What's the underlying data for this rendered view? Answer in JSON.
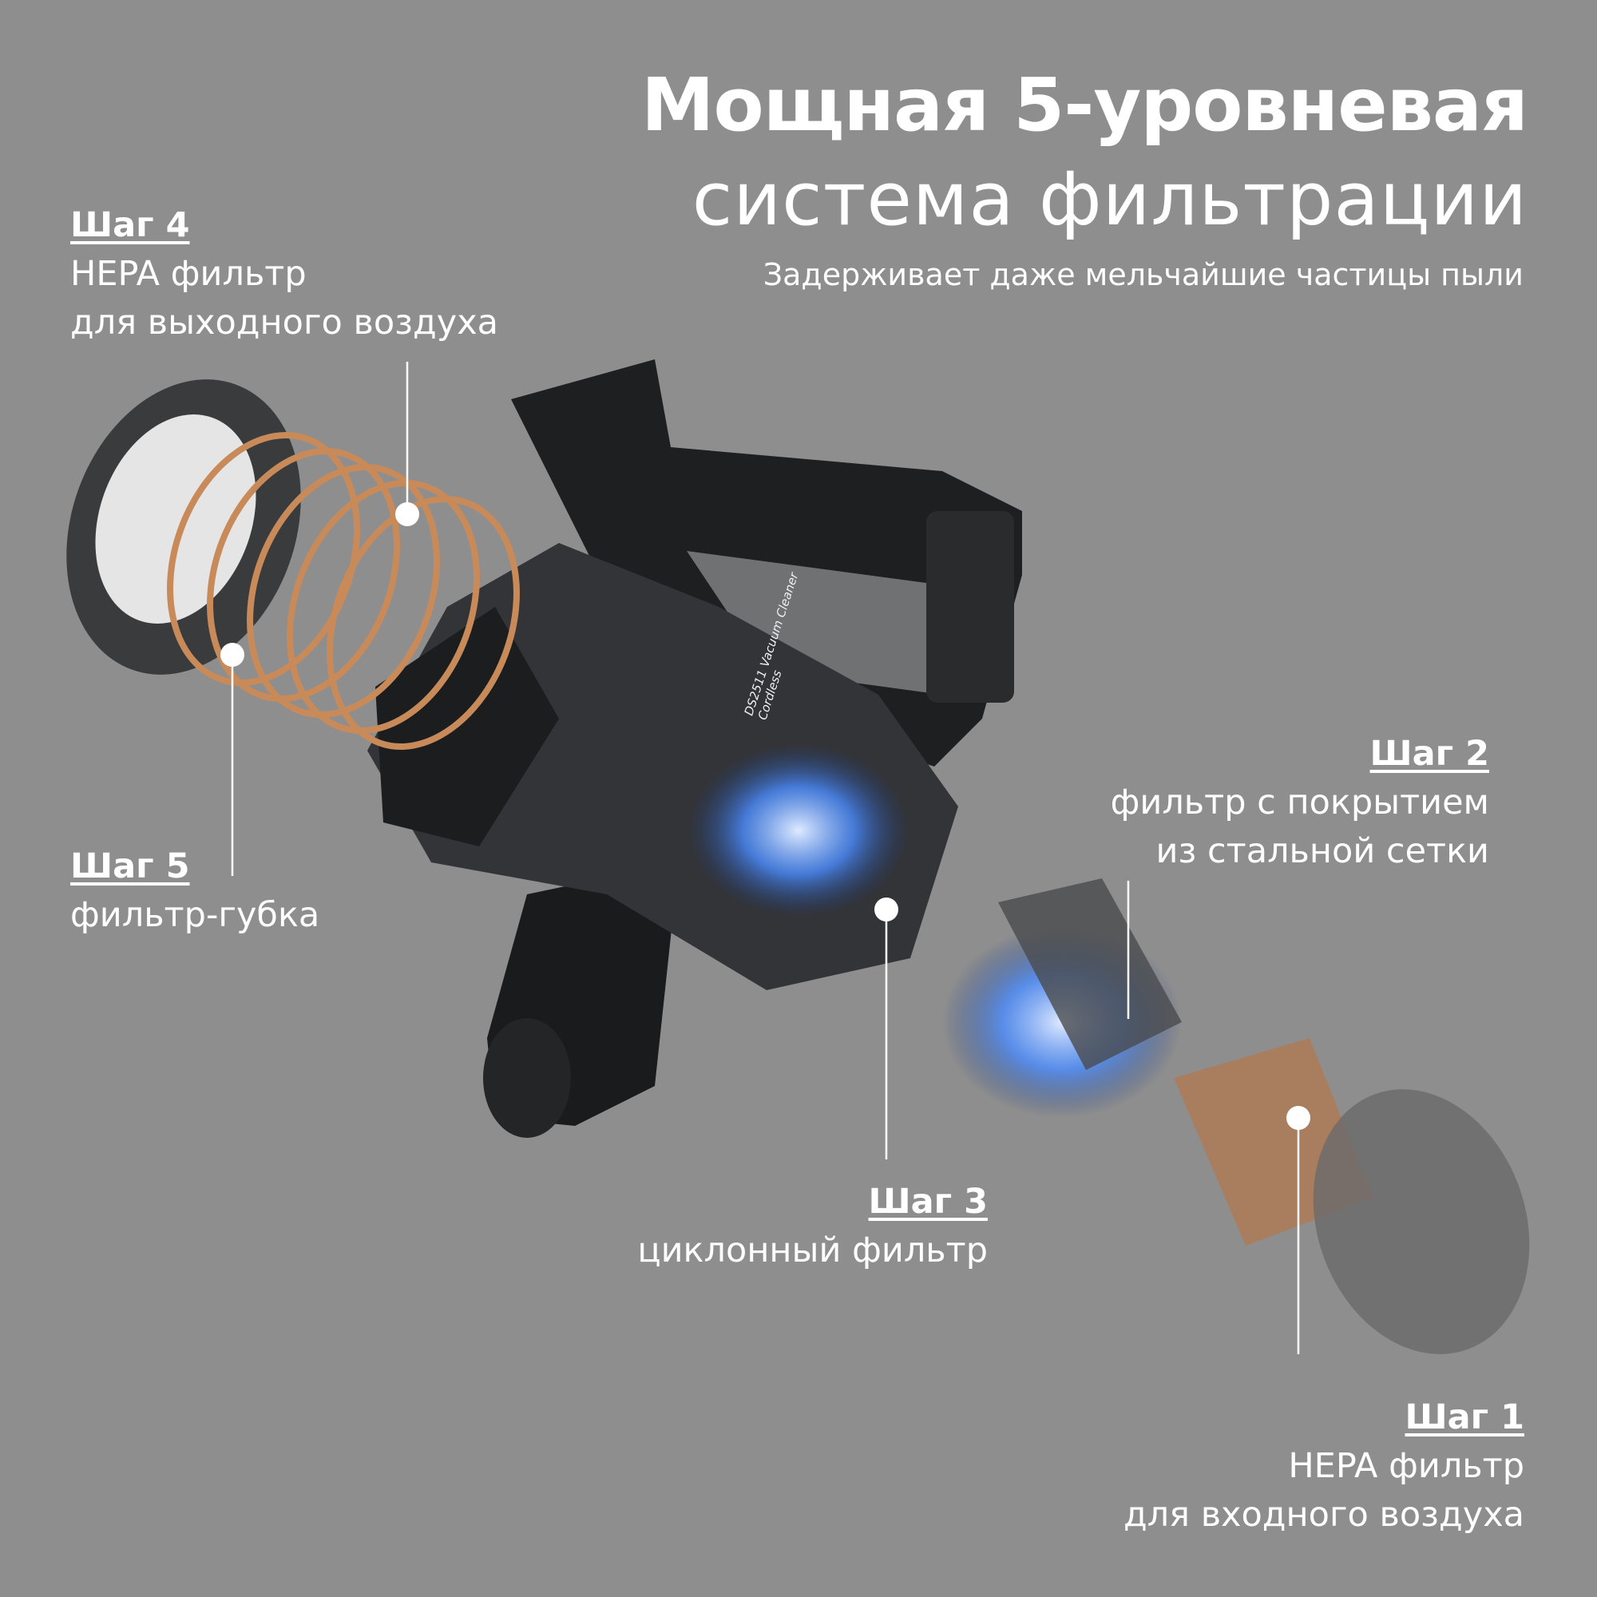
{
  "header": {
    "title_line1": "Мощная 5-уровневая",
    "title_line2": "система фильтрации",
    "subtitle": "Задерживает даже мельчайшие частицы пыли"
  },
  "steps": {
    "step4": {
      "label": "Шаг 4",
      "line1": "HEPA фильтр",
      "line2": "для выходного воздуха"
    },
    "step5": {
      "label": "Шаг 5",
      "line1": "фильтр-губка"
    },
    "step2": {
      "label": "Шаг 2",
      "line1": "фильтр с покрытием",
      "line2": "из стальной сетки"
    },
    "step3": {
      "label": "Шаг 3",
      "line1": "циклонный фильтр"
    },
    "step1": {
      "label": "Шаг 1",
      "line1": "HEPA фильтр",
      "line2": "для входного воздуха"
    }
  },
  "product": {
    "printed_label": "DS2511 Vacuum Cleaner Cordless"
  },
  "colors": {
    "background": "#8e8e8e",
    "text": "#ffffff",
    "body": "#2b2c2e",
    "copper": "#c98a5a",
    "cyclone_blue": "#4a8cff"
  }
}
